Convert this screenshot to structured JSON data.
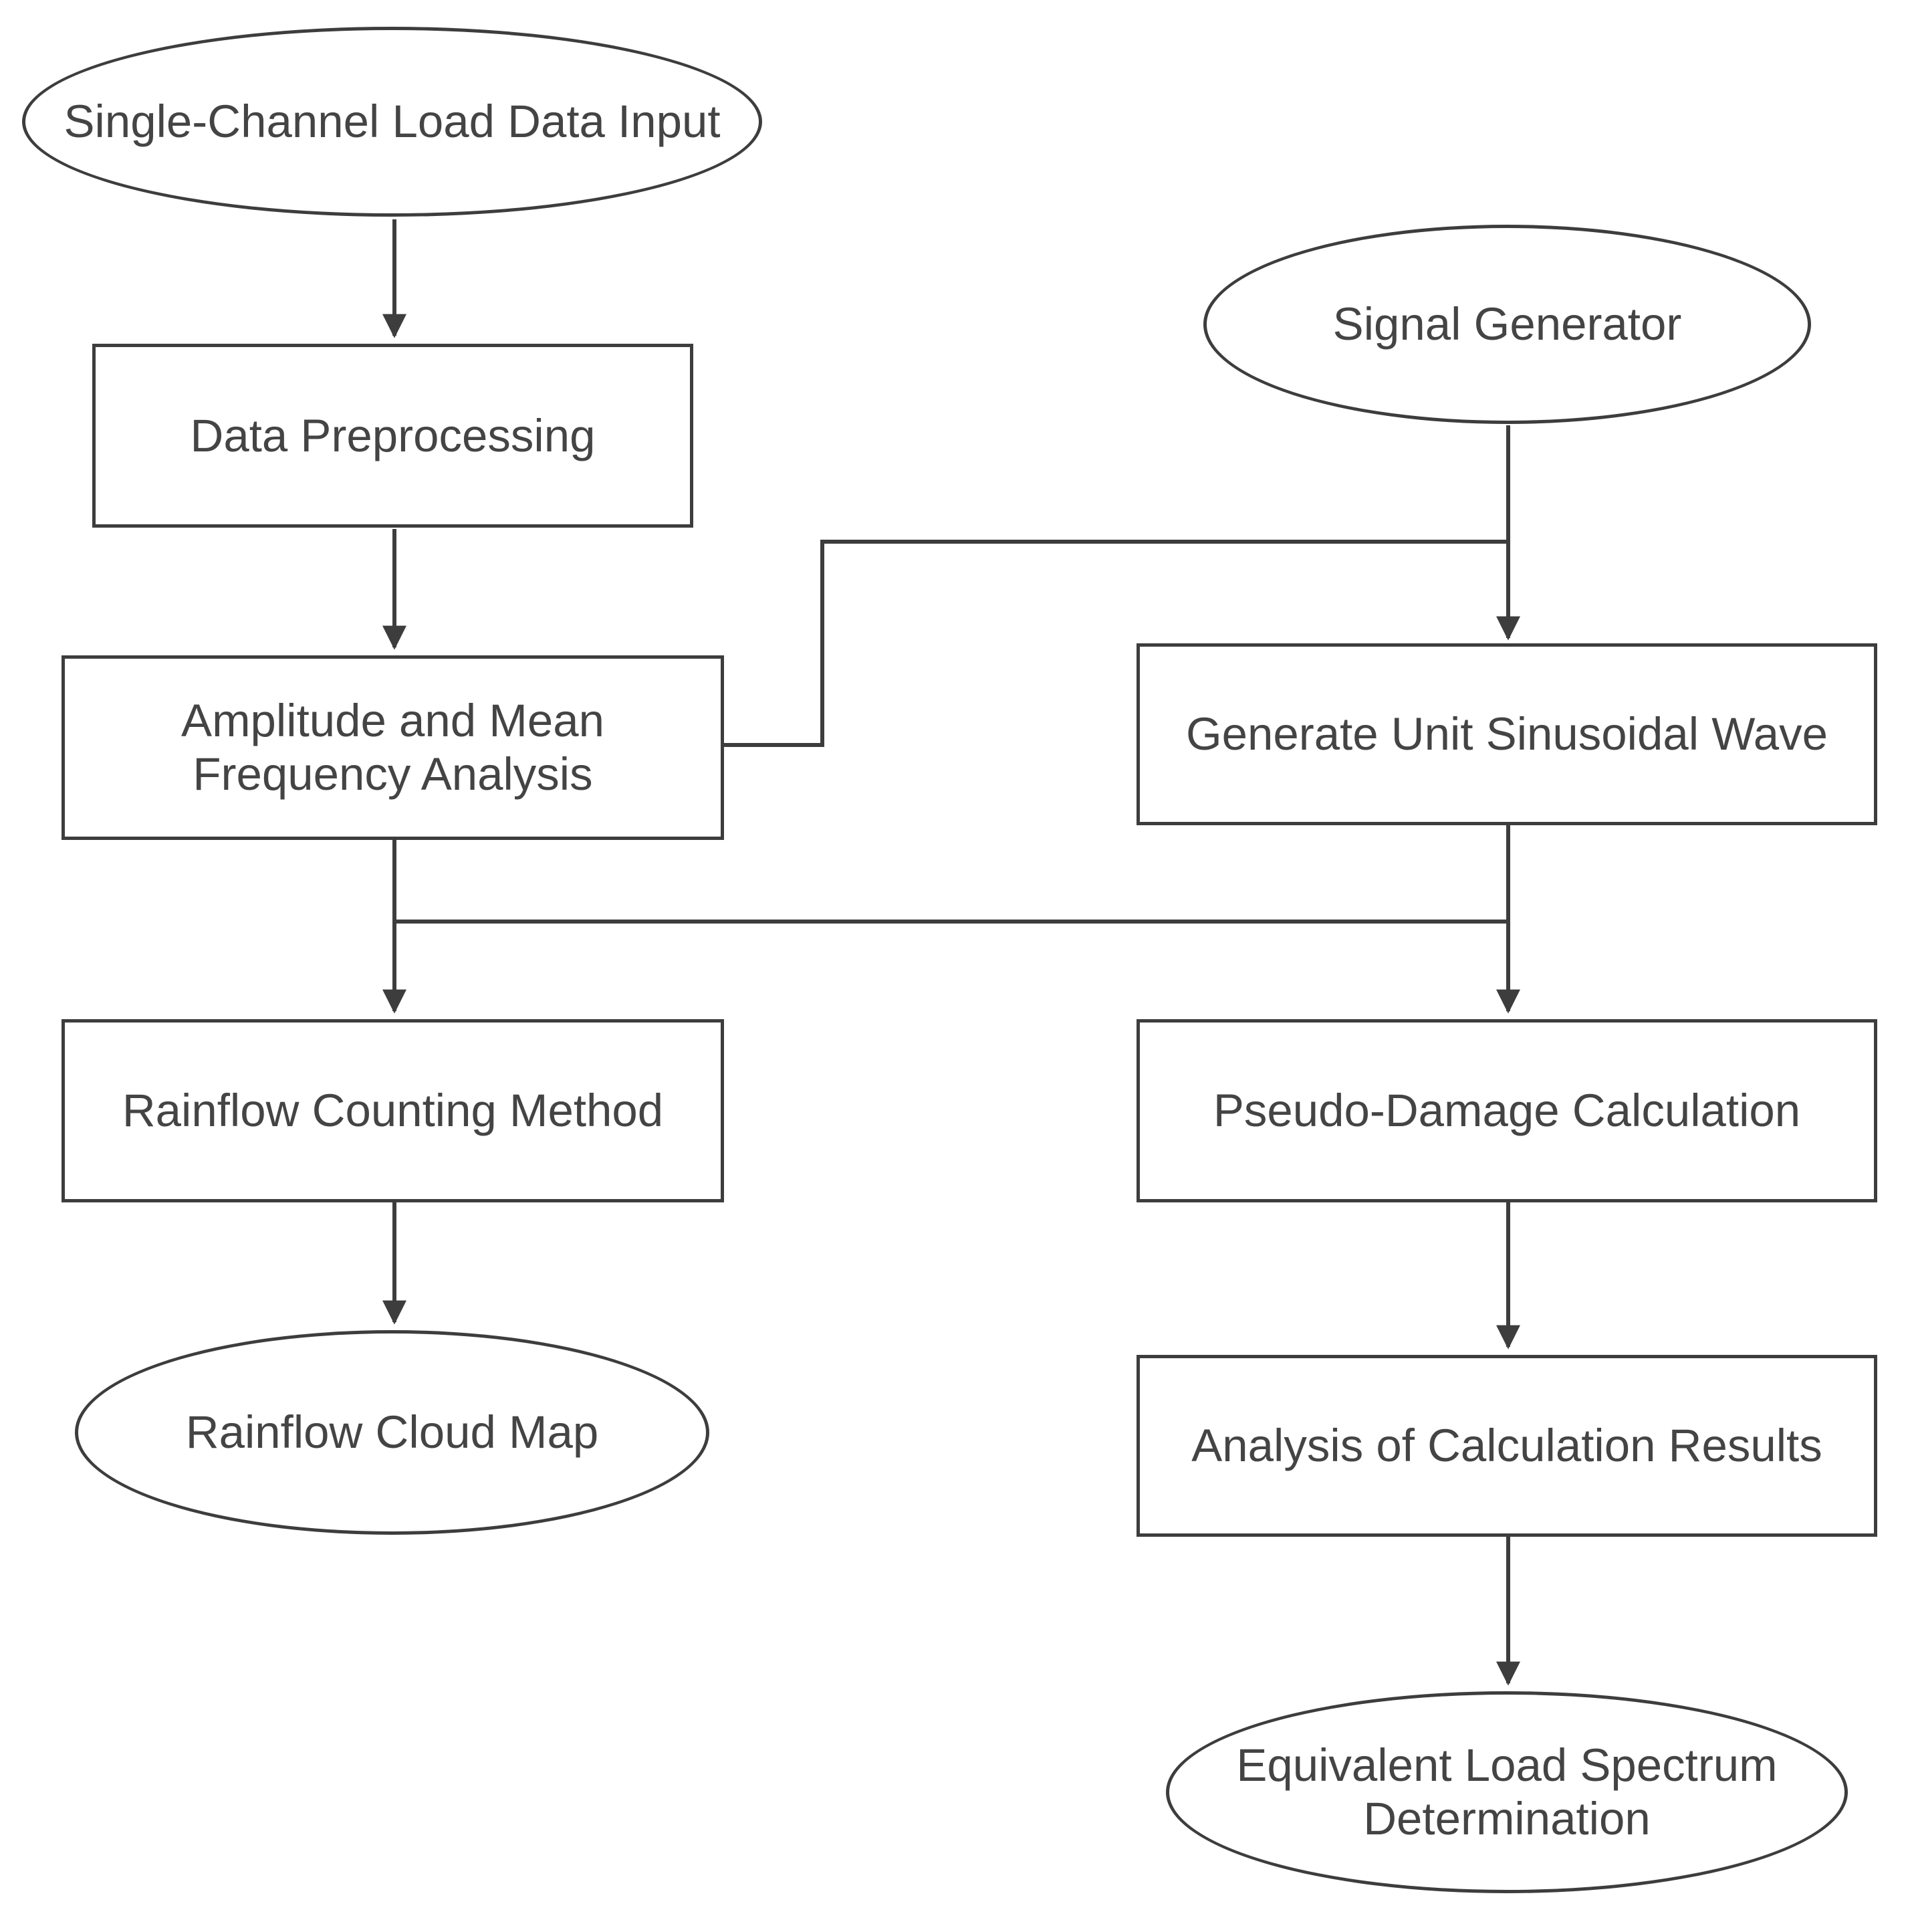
{
  "diagram": {
    "type": "flowchart",
    "colors": {
      "stroke": "#3d3d3d",
      "text": "#444444",
      "background": "#ffffff"
    },
    "nodes": [
      {
        "id": "input",
        "shape": "ellipse",
        "label": "Single-Channel Load Data Input"
      },
      {
        "id": "preprocess",
        "shape": "rect",
        "label": "Data Preprocessing"
      },
      {
        "id": "amplitude",
        "shape": "rect",
        "label": "Amplitude and Mean\nFrequency Analysis"
      },
      {
        "id": "rainflow",
        "shape": "rect",
        "label": "Rainflow Counting Method"
      },
      {
        "id": "cloudmap",
        "shape": "ellipse",
        "label": "Rainflow Cloud Map"
      },
      {
        "id": "signal",
        "shape": "ellipse",
        "label": "Signal Generator"
      },
      {
        "id": "sinewave",
        "shape": "rect",
        "label": "Generate Unit Sinusoidal Wave"
      },
      {
        "id": "pseudo",
        "shape": "rect",
        "label": "Pseudo-Damage Calculation"
      },
      {
        "id": "results",
        "shape": "rect",
        "label": "Analysis of Calculation Results"
      },
      {
        "id": "equivalent",
        "shape": "ellipse",
        "label": "Equivalent Load Spectrum\nDetermination"
      }
    ],
    "edges": [
      {
        "from": "input",
        "to": "preprocess"
      },
      {
        "from": "preprocess",
        "to": "amplitude"
      },
      {
        "from": "amplitude",
        "to": "rainflow"
      },
      {
        "from": "amplitude",
        "to": "pseudo"
      },
      {
        "from": "amplitude",
        "to": "sinewave"
      },
      {
        "from": "signal",
        "to": "sinewave"
      },
      {
        "from": "sinewave",
        "to": "rainflow"
      },
      {
        "from": "sinewave",
        "to": "pseudo"
      },
      {
        "from": "rainflow",
        "to": "cloudmap"
      },
      {
        "from": "pseudo",
        "to": "results"
      },
      {
        "from": "results",
        "to": "equivalent"
      }
    ]
  }
}
